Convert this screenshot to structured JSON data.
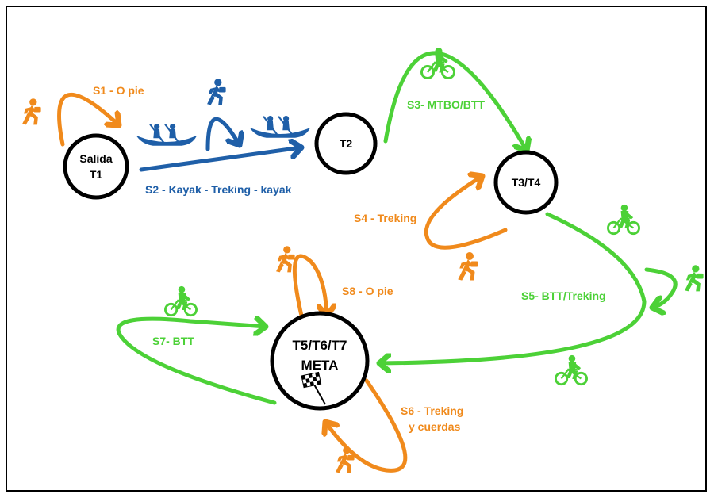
{
  "colors": {
    "orange": "#F08A1C",
    "green": "#4CD137",
    "blue": "#1F5FA8",
    "node_border": "#000000",
    "frame": "#000000"
  },
  "nodes": {
    "t1": {
      "line1": "Salida",
      "line2": "T1"
    },
    "t2": {
      "line1": "T2"
    },
    "t34": {
      "line1": "T3/T4"
    },
    "t567": {
      "line1": "T5/T6/T7",
      "line2": "META",
      "icon": "checkered-flag-icon"
    }
  },
  "segments": {
    "s1": "S1 - O pie",
    "s2": "S2 - Kayak - Treking - kayak",
    "s3": "S3- MTBO/BTT",
    "s4": "S4 - Treking",
    "s5": "S5- BTT/Treking",
    "s6_line1": "S6 - Treking",
    "s6_line2": "y cuerdas",
    "s7": "S7- BTT",
    "s8": "S8 - O pie"
  },
  "icons": [
    "runner-icon",
    "kayak-icon",
    "cyclist-icon",
    "checkered-flag-icon"
  ]
}
